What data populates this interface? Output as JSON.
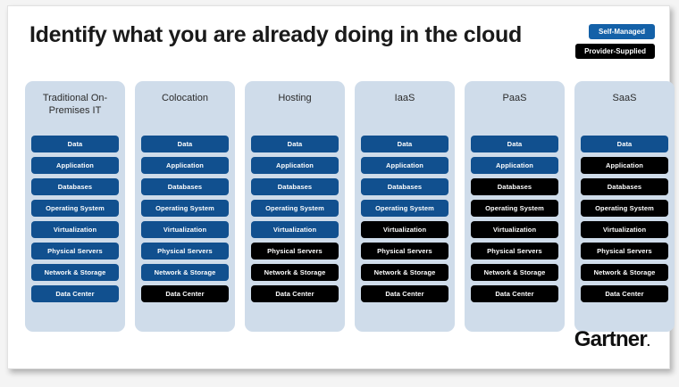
{
  "title": "Identify what you are already doing in the cloud",
  "legend": {
    "self_managed": "Self-Managed",
    "provider_supplied": "Provider-Supplied",
    "self_color": "#1461a8",
    "provider_color": "#000000"
  },
  "brand": {
    "name": "Gartner",
    "trademark": "."
  },
  "layers": [
    "Data",
    "Application",
    "Databases",
    "Operating System",
    "Virtualization",
    "Physical Servers",
    "Network & Storage",
    "Data Center"
  ],
  "columns": [
    {
      "header": "Traditional On-Premises IT",
      "rows": [
        {
          "label": "Data",
          "owner": "self"
        },
        {
          "label": "Application",
          "owner": "self"
        },
        {
          "label": "Databases",
          "owner": "self"
        },
        {
          "label": "Operating System",
          "owner": "self"
        },
        {
          "label": "Virtualization",
          "owner": "self"
        },
        {
          "label": "Physical Servers",
          "owner": "self"
        },
        {
          "label": "Network & Storage",
          "owner": "self"
        },
        {
          "label": "Data Center",
          "owner": "self"
        }
      ]
    },
    {
      "header": "Colocation",
      "rows": [
        {
          "label": "Data",
          "owner": "self"
        },
        {
          "label": "Application",
          "owner": "self"
        },
        {
          "label": "Databases",
          "owner": "self"
        },
        {
          "label": "Operating System",
          "owner": "self"
        },
        {
          "label": "Virtualization",
          "owner": "self"
        },
        {
          "label": "Physical Servers",
          "owner": "self"
        },
        {
          "label": "Network & Storage",
          "owner": "self"
        },
        {
          "label": "Data Center",
          "owner": "provider"
        }
      ]
    },
    {
      "header": "Hosting",
      "rows": [
        {
          "label": "Data",
          "owner": "self"
        },
        {
          "label": "Application",
          "owner": "self"
        },
        {
          "label": "Databases",
          "owner": "self"
        },
        {
          "label": "Operating System",
          "owner": "self"
        },
        {
          "label": "Virtualization",
          "owner": "self"
        },
        {
          "label": "Physical Servers",
          "owner": "provider"
        },
        {
          "label": "Network & Storage",
          "owner": "provider"
        },
        {
          "label": "Data Center",
          "owner": "provider"
        }
      ]
    },
    {
      "header": "IaaS",
      "rows": [
        {
          "label": "Data",
          "owner": "self"
        },
        {
          "label": "Application",
          "owner": "self"
        },
        {
          "label": "Databases",
          "owner": "self"
        },
        {
          "label": "Operating System",
          "owner": "self"
        },
        {
          "label": "Virtualization",
          "owner": "provider"
        },
        {
          "label": "Physical Servers",
          "owner": "provider"
        },
        {
          "label": "Network & Storage",
          "owner": "provider"
        },
        {
          "label": "Data Center",
          "owner": "provider"
        }
      ]
    },
    {
      "header": "PaaS",
      "rows": [
        {
          "label": "Data",
          "owner": "self"
        },
        {
          "label": "Application",
          "owner": "self"
        },
        {
          "label": "Databases",
          "owner": "provider"
        },
        {
          "label": "Operating System",
          "owner": "provider"
        },
        {
          "label": "Virtualization",
          "owner": "provider"
        },
        {
          "label": "Physical Servers",
          "owner": "provider"
        },
        {
          "label": "Network & Storage",
          "owner": "provider"
        },
        {
          "label": "Data Center",
          "owner": "provider"
        }
      ]
    },
    {
      "header": "SaaS",
      "rows": [
        {
          "label": "Data",
          "owner": "self"
        },
        {
          "label": "Application",
          "owner": "provider"
        },
        {
          "label": "Databases",
          "owner": "provider"
        },
        {
          "label": "Operating System",
          "owner": "provider"
        },
        {
          "label": "Virtualization",
          "owner": "provider"
        },
        {
          "label": "Physical Servers",
          "owner": "provider"
        },
        {
          "label": "Network & Storage",
          "owner": "provider"
        },
        {
          "label": "Data Center",
          "owner": "provider"
        }
      ]
    }
  ]
}
